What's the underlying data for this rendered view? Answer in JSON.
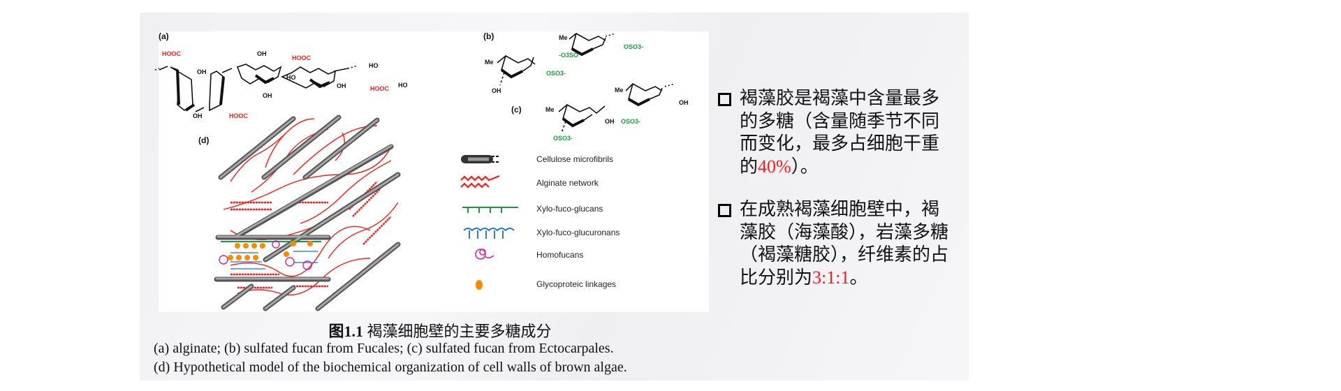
{
  "figure": {
    "panel_labels": {
      "a": "(a)",
      "b": "(b)",
      "c": "(c)",
      "d": "(d)"
    },
    "chem_a": [
      "HOOC",
      "OH",
      "HOOC",
      "OH",
      "HO",
      "OH",
      "HO",
      "HOOC",
      "HO",
      "OH",
      "OH",
      "HOOC"
    ],
    "chem_b": [
      "Me",
      "OSO3-",
      "-O3SO",
      "Me",
      "OSO3-",
      "OH"
    ],
    "chem_c": [
      "Me",
      "OH",
      "Me",
      "OH",
      "OSO3-",
      "OSO3-"
    ],
    "legend": [
      {
        "label": "Cellulose microfibrils",
        "icon": "cellulose-rod-icon"
      },
      {
        "label": "Alginate network",
        "icon": "red-wave-icon"
      },
      {
        "label": "Xylo-fuco-glucans",
        "icon": "green-comb-icon"
      },
      {
        "label": "Xylo-fuco-glucuronans",
        "icon": "blue-comb-icon"
      },
      {
        "label": "Homofucans",
        "icon": "magenta-coil-icon"
      },
      {
        "label": "Glycoproteic linkages",
        "icon": "orange-dot-icon"
      }
    ],
    "colors": {
      "alginate": "#ff1a1a",
      "xfg": "#1a9a3a",
      "xfgu": "#1a6fd0",
      "homofucan": "#d020a0",
      "linkage": "#ff8a00",
      "rod": "#8c8c8c"
    }
  },
  "caption": {
    "title_num": "图1.1",
    "title_text": " 褐藻细胞壁的主要多糖成分",
    "line1": "(a) alginate; (b) sulfated fucan from Fucales; (c) sulfated fucan from Ectocarpales.",
    "line2": "(d) Hypothetical model of the biochemical organization of cell walls of brown algae."
  },
  "bullets": [
    {
      "pre": "褐藻胶是褐藻中含量最多的多糖（含量随季节不同而变化，最多占细胞干重的",
      "highlight": "40%",
      "post": "）。"
    },
    {
      "pre": "在成熟褐藻细胞壁中，褐藻胶（海藻酸），岩藻多糖（褐藻糖胶），纤维素的占比分别为",
      "highlight": "3:1:1",
      "post": "。"
    }
  ]
}
